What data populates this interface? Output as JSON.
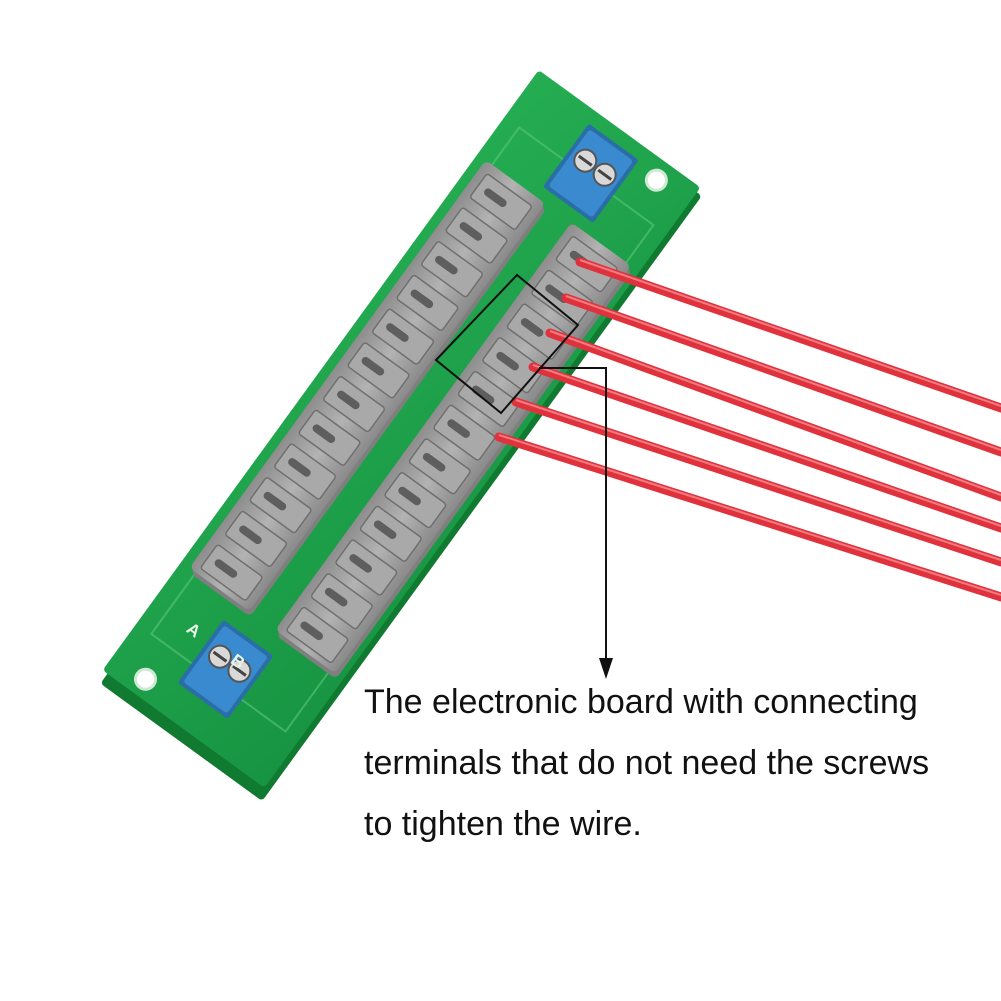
{
  "caption": {
    "line1": "The electronic board with connecting",
    "line2": "terminals that do not need the screws",
    "line3": "to tighten the wire."
  },
  "board": {
    "label_a": "A",
    "label_b": "B",
    "terminal_count_per_row": 12,
    "wire_count": 6
  },
  "colors": {
    "pcb": "#1fa34a",
    "pcb_edge": "#138636",
    "terminal_block": "#9a9a9a",
    "screw_terminal": "#2f7fbf",
    "wire": "#e0323c",
    "callout": "#111111"
  }
}
